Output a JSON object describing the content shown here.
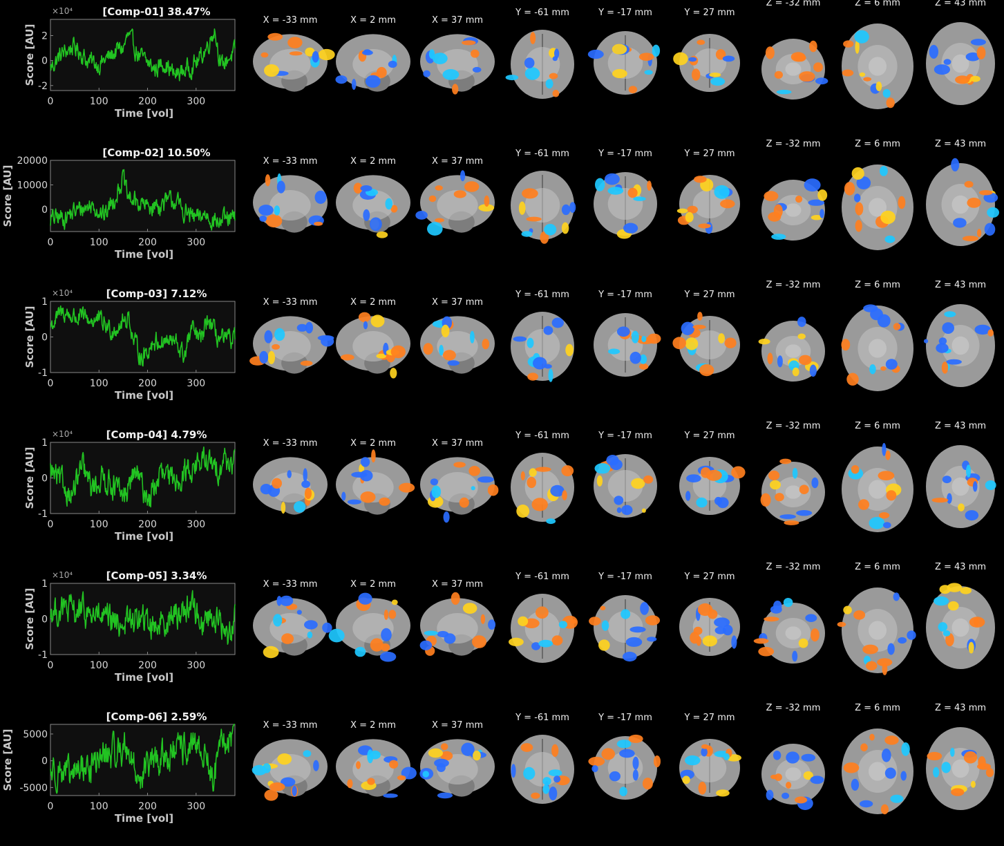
{
  "figure": {
    "xlabel": "Time [vol]",
    "ylabel": "Score [AU]",
    "x_ticks": [
      "0",
      "100",
      "200",
      "300"
    ],
    "slice_labels": [
      "X = -33 mm",
      "X = 2 mm",
      "X = 37 mm",
      "Y = -61 mm",
      "Y = -17 mm",
      "Y = 27 mm",
      "Z = -32 mm",
      "Z = 6 mm",
      "Z = 43 mm"
    ],
    "colors": {
      "background": "#000000",
      "trace": "#22c322",
      "axes_bg": "#0f0f0f",
      "axis": "#8a8a8a",
      "positive": "#ff7f1e",
      "positive_peak": "#ffd21e",
      "negative": "#2a6cff",
      "negative_peak": "#1ec8ff",
      "brain": "#9a9a9a"
    }
  },
  "chart_data": [
    {
      "type": "line",
      "title": "[Comp-01] 38.47%",
      "multiplier": "×10⁴",
      "xlim": [
        0,
        380
      ],
      "ylim": [
        -2.4,
        3.3
      ],
      "yticks": [
        {
          "v": 2,
          "t": "2"
        },
        {
          "v": 0,
          "t": "0"
        },
        {
          "v": -2,
          "t": "-2"
        }
      ],
      "n_points": 380,
      "shape": [
        [
          0,
          -0.6
        ],
        [
          20,
          0.4
        ],
        [
          45,
          1.1
        ],
        [
          60,
          0.8
        ],
        [
          75,
          0.0
        ],
        [
          100,
          -0.3
        ],
        [
          125,
          0.4
        ],
        [
          140,
          0.9
        ],
        [
          150,
          1.0
        ],
        [
          160,
          2.0
        ],
        [
          175,
          0.9
        ],
        [
          185,
          0.3
        ],
        [
          200,
          -0.2
        ],
        [
          215,
          -0.7
        ],
        [
          235,
          -0.1
        ],
        [
          255,
          -1.2
        ],
        [
          270,
          -0.9
        ],
        [
          285,
          -0.6
        ],
        [
          305,
          0.0
        ],
        [
          320,
          0.9
        ],
        [
          330,
          1.8
        ],
        [
          338,
          2.6
        ],
        [
          345,
          1.0
        ],
        [
          352,
          -0.6
        ],
        [
          365,
          0.2
        ],
        [
          380,
          0.6
        ]
      ],
      "noise": 0.6
    },
    {
      "type": "line",
      "title": "[Comp-02] 10.50%",
      "multiplier": "",
      "xlim": [
        0,
        380
      ],
      "ylim": [
        -9000,
        20000
      ],
      "yticks": [
        {
          "v": 20000,
          "t": "20000"
        },
        {
          "v": 10000,
          "t": "10000"
        },
        {
          "v": 0,
          "t": "0"
        }
      ],
      "n_points": 380,
      "shape": [
        [
          0,
          -4000
        ],
        [
          30,
          -3000
        ],
        [
          60,
          0
        ],
        [
          90,
          2000
        ],
        [
          110,
          -3000
        ],
        [
          130,
          4000
        ],
        [
          150,
          13000
        ],
        [
          158,
          5000
        ],
        [
          175,
          3000
        ],
        [
          200,
          1000
        ],
        [
          230,
          2000
        ],
        [
          255,
          4000
        ],
        [
          275,
          -1000
        ],
        [
          300,
          -4000
        ],
        [
          320,
          -2000
        ],
        [
          345,
          -5000
        ],
        [
          380,
          -4000
        ]
      ],
      "noise": 3200
    },
    {
      "type": "line",
      "title": "[Comp-03] 7.12%",
      "multiplier": "×10⁴",
      "xlim": [
        0,
        380
      ],
      "ylim": [
        -1,
        1
      ],
      "yticks": [
        {
          "v": 1,
          "t": "1"
        },
        {
          "v": 0,
          "t": "0"
        },
        {
          "v": -1,
          "t": "-1"
        }
      ],
      "n_points": 380,
      "shape": [
        [
          0,
          0.3
        ],
        [
          25,
          0.7
        ],
        [
          50,
          0.55
        ],
        [
          75,
          0.5
        ],
        [
          100,
          0.45
        ],
        [
          125,
          0.2
        ],
        [
          150,
          0.4
        ],
        [
          162,
          0.6
        ],
        [
          170,
          -0.1
        ],
        [
          190,
          -0.6
        ],
        [
          210,
          -0.15
        ],
        [
          240,
          -0.1
        ],
        [
          260,
          -0.2
        ],
        [
          275,
          -0.55
        ],
        [
          290,
          0.2
        ],
        [
          310,
          -0.1
        ],
        [
          325,
          0.5
        ],
        [
          340,
          0.05
        ],
        [
          360,
          -0.15
        ],
        [
          380,
          0.0
        ]
      ],
      "noise": 0.22
    },
    {
      "type": "line",
      "title": "[Comp-04] 4.79%",
      "multiplier": "×10⁴",
      "xlim": [
        0,
        380
      ],
      "ylim": [
        -1,
        1
      ],
      "yticks": [
        {
          "v": 1,
          "t": "1"
        },
        {
          "v": 0,
          "t": "0"
        },
        {
          "v": -1,
          "t": "-1"
        }
      ],
      "n_points": 380,
      "shape": [
        [
          0,
          0.2
        ],
        [
          25,
          -0.2
        ],
        [
          45,
          -0.5
        ],
        [
          65,
          0.3
        ],
        [
          85,
          -0.3
        ],
        [
          105,
          0.0
        ],
        [
          125,
          -0.1
        ],
        [
          150,
          -0.6
        ],
        [
          175,
          0.2
        ],
        [
          190,
          -0.3
        ],
        [
          205,
          -0.6
        ],
        [
          225,
          0.1
        ],
        [
          250,
          -0.1
        ],
        [
          270,
          0.1
        ],
        [
          290,
          0.3
        ],
        [
          305,
          0.4
        ],
        [
          320,
          0.5
        ],
        [
          340,
          0.2
        ],
        [
          360,
          0.55
        ],
        [
          380,
          0.35
        ]
      ],
      "noise": 0.3
    },
    {
      "type": "line",
      "title": "[Comp-05] 3.34%",
      "multiplier": "×10⁴",
      "xlim": [
        0,
        380
      ],
      "ylim": [
        -1,
        1
      ],
      "yticks": [
        {
          "v": 1,
          "t": "1"
        },
        {
          "v": 0,
          "t": "0"
        },
        {
          "v": -1,
          "t": "-1"
        }
      ],
      "n_points": 380,
      "shape": [
        [
          0,
          0.2
        ],
        [
          30,
          0.25
        ],
        [
          60,
          0.2
        ],
        [
          90,
          0.1
        ],
        [
          120,
          -0.1
        ],
        [
          150,
          -0.1
        ],
        [
          180,
          0.0
        ],
        [
          210,
          -0.15
        ],
        [
          240,
          0.0
        ],
        [
          270,
          0.2
        ],
        [
          290,
          0.45
        ],
        [
          310,
          -0.1
        ],
        [
          330,
          0.1
        ],
        [
          350,
          -0.1
        ],
        [
          365,
          -0.55
        ],
        [
          380,
          0.2
        ]
      ],
      "noise": 0.33
    },
    {
      "type": "line",
      "title": "[Comp-06] 2.59%",
      "multiplier": "",
      "xlim": [
        0,
        380
      ],
      "ylim": [
        -6500,
        6800
      ],
      "yticks": [
        {
          "v": 5000,
          "t": "5000"
        },
        {
          "v": 0,
          "t": "0"
        },
        {
          "v": -5000,
          "t": "-5000"
        }
      ],
      "n_points": 380,
      "shape": [
        [
          0,
          -2000
        ],
        [
          20,
          -1500
        ],
        [
          40,
          -3500
        ],
        [
          60,
          -1000
        ],
        [
          80,
          -1500
        ],
        [
          100,
          500
        ],
        [
          120,
          1000
        ],
        [
          140,
          2000
        ],
        [
          160,
          2500
        ],
        [
          175,
          -2000
        ],
        [
          185,
          -3000
        ],
        [
          200,
          -1000
        ],
        [
          220,
          0
        ],
        [
          240,
          1000
        ],
        [
          260,
          1500
        ],
        [
          280,
          2500
        ],
        [
          300,
          2000
        ],
        [
          320,
          1500
        ],
        [
          335,
          -4000
        ],
        [
          350,
          2000
        ],
        [
          365,
          3500
        ],
        [
          375,
          5500
        ]
      ],
      "noise": 2400
    }
  ]
}
